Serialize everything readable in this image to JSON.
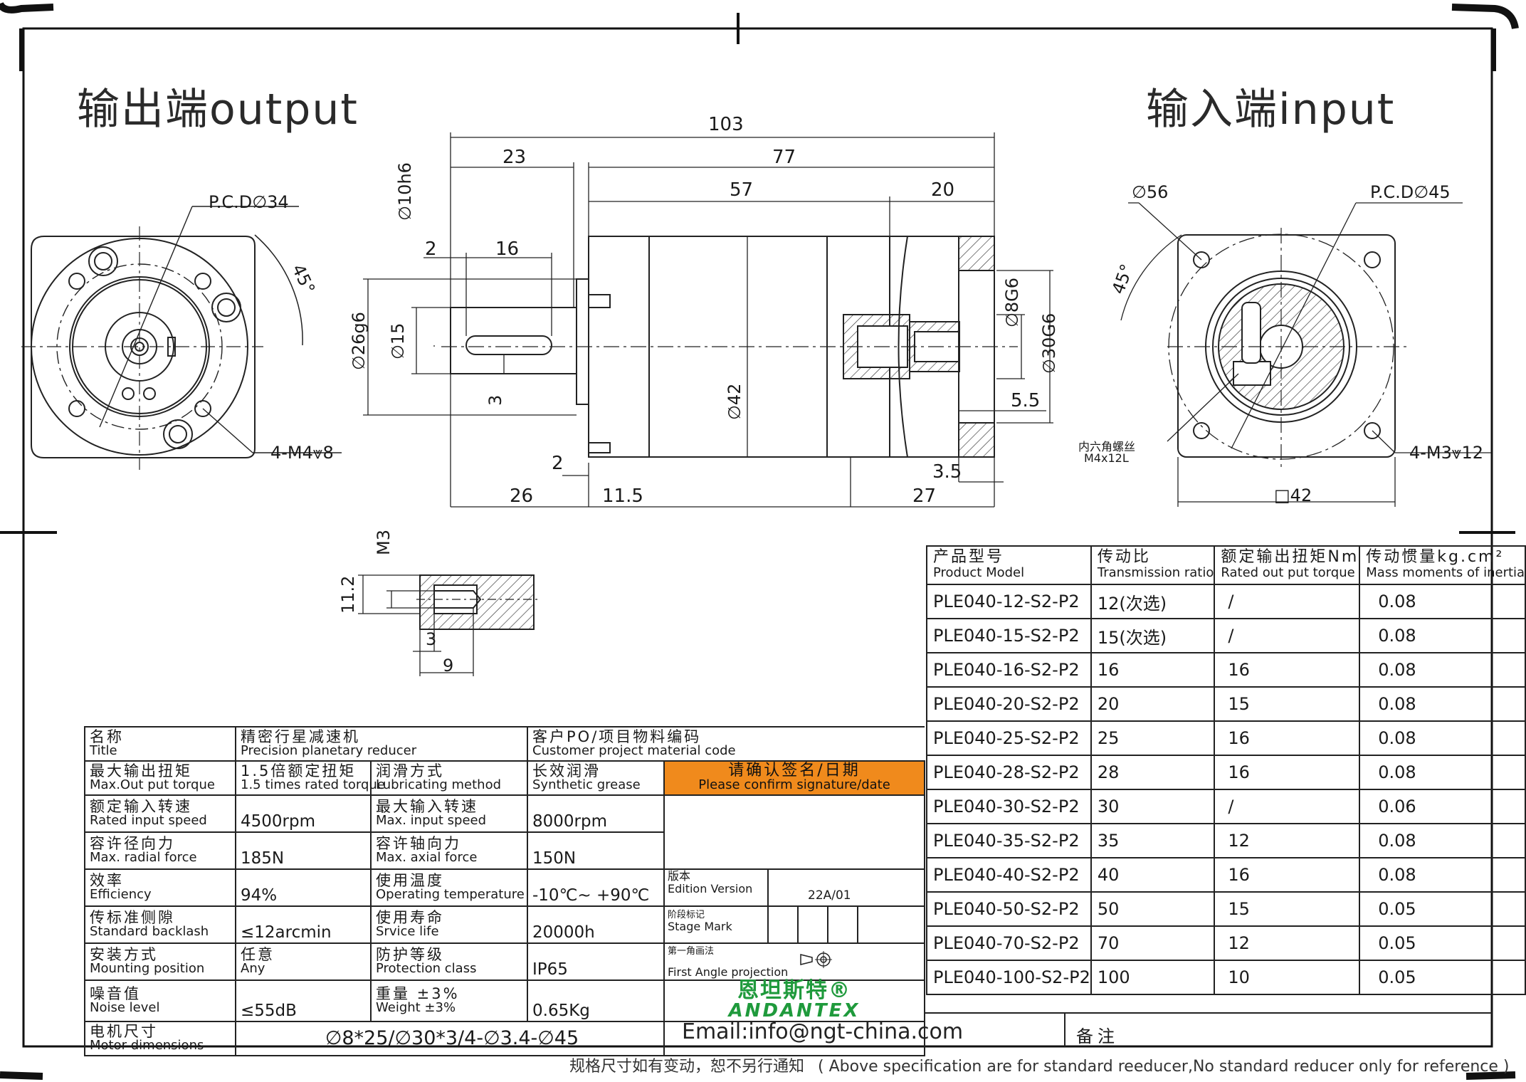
{
  "titles": {
    "output": "输出端output",
    "input": "输入端input"
  },
  "dims": {
    "d103": "103",
    "d77": "77",
    "d23": "23",
    "d57": "57",
    "d20": "20",
    "d16": "16",
    "d2a": "2",
    "d2b": "2",
    "d10h6": "∅10h6",
    "d26g6": "∅26g6",
    "d15": "∅15",
    "d3": "3",
    "d42": "∅42",
    "d8g6": "∅8G6",
    "d30g6": "∅30G6",
    "d5_5": "5.5",
    "d3_5": "3.5",
    "d26": "26",
    "d11_5": "11.5",
    "d27": "27",
    "pcd34": "P.C.D∅34",
    "pcd45": "P.C.D∅45",
    "ang45a": "45°",
    "ang45b": "45°",
    "m4": "4-M4⩔8",
    "m3": "4-M3⩔12",
    "d56": "∅56",
    "sq42": "□42",
    "hexzh": "内六角螺丝",
    "hexen": "M4x12L",
    "m3tap": "M3",
    "d11_2": "11.2",
    "d3b": "3",
    "d9": "9"
  },
  "ratio_table": {
    "headers": [
      {
        "zh": "产品型号",
        "en": "Product Model"
      },
      {
        "zh": "传动比",
        "en": "Transmission ratio"
      },
      {
        "zh": "额定输出扭矩Nm",
        "en": "Rated out put torque"
      },
      {
        "zh": "传动惯量kg.cm²",
        "en": "Mass moments of inertia"
      }
    ],
    "rows": [
      [
        "PLE040-12-S2-P2",
        "12(次选)",
        "/",
        "0.08"
      ],
      [
        "PLE040-15-S2-P2",
        "15(次选)",
        "/",
        "0.08"
      ],
      [
        "PLE040-16-S2-P2",
        "16",
        "16",
        "0.08"
      ],
      [
        "PLE040-20-S2-P2",
        "20",
        "15",
        "0.08"
      ],
      [
        "PLE040-25-S2-P2",
        "25",
        "16",
        "0.08"
      ],
      [
        "PLE040-28-S2-P2",
        "28",
        "16",
        "0.08"
      ],
      [
        "PLE040-30-S2-P2",
        "30",
        "/",
        "0.06"
      ],
      [
        "PLE040-35-S2-P2",
        "35",
        "12",
        "0.08"
      ],
      [
        "PLE040-40-S2-P2",
        "40",
        "16",
        "0.08"
      ],
      [
        "PLE040-50-S2-P2",
        "50",
        "15",
        "0.05"
      ],
      [
        "PLE040-70-S2-P2",
        "70",
        "12",
        "0.05"
      ],
      [
        "PLE040-100-S2-P2",
        "100",
        "10",
        "0.05"
      ]
    ]
  },
  "spec": {
    "title": {
      "zh": "名称",
      "en": "Title",
      "val_zh": "精密行星减速机",
      "val_en": "Precision planetary reducer"
    },
    "customer": {
      "zh": "客户PO/项目物料编码",
      "en": "Customer project material code"
    },
    "torque": {
      "zh": "最大输出扭矩",
      "en": "Max.Out put torque",
      "val_zh": "1.5倍额定扭矩",
      "val_en": "1.5 times rated torque"
    },
    "lube": {
      "zh": "润滑方式",
      "en": "Lubricating method",
      "val_zh": "长效润滑",
      "val_en": "Synthetic grease"
    },
    "confirm": {
      "zh": "请确认签名/日期",
      "en": "Please confirm signature/date"
    },
    "rated_speed": {
      "zh": "额定输入转速",
      "en": "Rated input speed",
      "val": "4500rpm"
    },
    "max_speed": {
      "zh": "最大输入转速",
      "en": "Max. input speed",
      "val": "8000rpm"
    },
    "radial": {
      "zh": "容许径向力",
      "en": "Max. radial force",
      "val": "185N"
    },
    "axial": {
      "zh": "容许轴向力",
      "en": "Max. axial force",
      "val": "150N"
    },
    "eff": {
      "zh": "效率",
      "en": "Efficiency",
      "val": "94%"
    },
    "temp": {
      "zh": "使用温度",
      "en": "Operating temperature",
      "val": "-10℃~ +90℃"
    },
    "edition": {
      "zh": "版本",
      "en": "Edition Version",
      "val": "22A/01"
    },
    "backlash": {
      "zh": "传标准侧隙",
      "en": "Standard backlash",
      "val": "≤12arcmin"
    },
    "life": {
      "zh": "使用寿命",
      "en": "Srvice life",
      "val": "20000h"
    },
    "stage": {
      "zh": "阶段标记",
      "en": "Stage Mark"
    },
    "mount": {
      "zh": "安装方式",
      "en": "Mounting position",
      "val_zh": "任意",
      "val_en": "Any"
    },
    "protect": {
      "zh": "防护等级",
      "en": "Protection class",
      "val": "IP65"
    },
    "projection": {
      "zh": "第一角画法",
      "en": "First Angle projection"
    },
    "noise": {
      "zh": "噪音值",
      "en": "Noise level",
      "val": "≤55dB"
    },
    "weight": {
      "zh": "重量 ±3%",
      "en": "Weight ±3%",
      "val": "0.65Kg"
    },
    "motor": {
      "zh": "电机尺寸",
      "en": "Motor dimensions",
      "val": "∅8*25/∅30*3/4-∅3.4-∅45"
    },
    "remark": "备注"
  },
  "brand": {
    "zh": "恩坦斯特®",
    "en": "ANDANTEX"
  },
  "email": "Email:info@ngt-china.com",
  "footer": {
    "zh": "规格尺寸如有变动，恕不另行通知",
    "en": "( Above specification are for standard reeducer,No standard reducer only for reference )"
  }
}
